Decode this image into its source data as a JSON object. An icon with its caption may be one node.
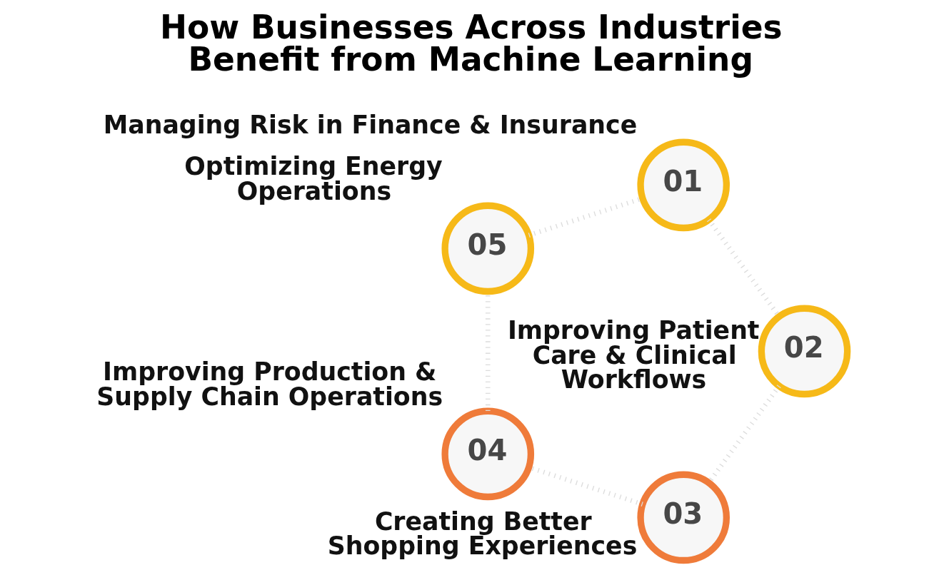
{
  "diagram": {
    "title": "How Businesses Across Industries Benefit from Machine Learning",
    "nodes": [
      {
        "text": [
          "01"
        ],
        "beside": [
          "Managing Risk in Finance & Insurance"
        ]
      },
      {
        "text": [
          "02"
        ],
        "beside": [
          "Improving Patient Care & Clinical Workflows"
        ]
      },
      {
        "text": [
          "03"
        ],
        "beside": [
          "Creating Better Shopping Experiences"
        ]
      },
      {
        "text": [
          "04"
        ],
        "beside": [
          "Improving Production & Supply Chain Operations"
        ]
      },
      {
        "text": [
          "05"
        ],
        "beside": [
          "Optimizing Energy Operations"
        ]
      }
    ],
    "edges": [
      {
        "from": 0,
        "to": 1,
        "arrow": "none",
        "style": "dashed"
      },
      {
        "from": 1,
        "to": 2,
        "arrow": "none",
        "style": "dashed"
      },
      {
        "from": 2,
        "to": 3,
        "arrow": "none",
        "style": "dashed"
      },
      {
        "from": 3,
        "to": 4,
        "arrow": "none",
        "style": "dashed"
      },
      {
        "from": 4,
        "to": 0,
        "arrow": "none",
        "style": "dashed"
      }
    ]
  }
}
